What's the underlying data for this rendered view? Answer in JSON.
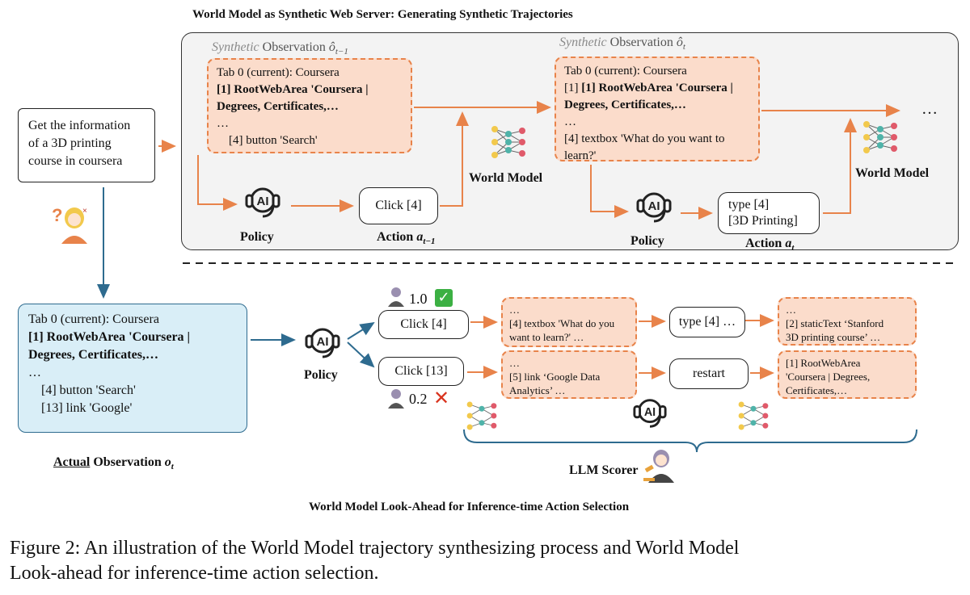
{
  "top": {
    "title": "World Model as Synthetic Web Server: Generating Synthetic Trajectories",
    "obs_prev_heading_italic": "Synthetic",
    "obs_prev_heading_rest": " Observation ",
    "obs_prev_symbol": "ô",
    "obs_prev_sub": "t−1",
    "obs_cur_heading_italic": "Synthetic",
    "obs_cur_heading_rest": " Observation ",
    "obs_cur_symbol": "ô",
    "obs_cur_sub": "t",
    "obs_prev_lines": [
      "Tab 0 (current): Coursera",
      "[1] RootWebArea 'Coursera |",
      "Degrees, Certificates,…",
      "…",
      "    [4] button 'Search'"
    ],
    "obs_cur_lines": [
      "Tab 0 (current): Coursera",
      "[1] ",
      "[1] RootWebArea 'Coursera |",
      "Degrees, Certificates,…",
      "…",
      "[4] textbox 'What do you want to",
      "learn?'"
    ],
    "policy_label": "Policy",
    "world_model_label": "World Model",
    "action_prev_label": "Action ",
    "action_prev_var": "a",
    "action_prev_sub": "t−1",
    "action_cur_label": "Action ",
    "action_cur_var": "a",
    "action_cur_sub": "t",
    "click_action": "Click [4]",
    "type_action_line1": "type [4]",
    "type_action_line2": "[3D Printing]",
    "ellipsis": "…",
    "ai_text": "AI"
  },
  "task": {
    "lines": [
      "Get the information",
      "of a 3D printing",
      "course in coursera"
    ]
  },
  "actual_obs": {
    "lines": [
      "Tab 0 (current): Coursera",
      "[1] RootWebArea 'Coursera |",
      "Degrees, Certificates,…",
      "…",
      "    [4] button 'Search'",
      "    [13] link 'Google'"
    ],
    "label_underlined": "Actual",
    "label_rest": " Observation ",
    "label_var": "o",
    "label_sub": "t"
  },
  "bottom": {
    "title": "World Model Look-Ahead for Inference-time Action Selection",
    "policy_label": "Policy",
    "score_good": "1.0",
    "score_bad": "0.2",
    "click4": "Click [4]",
    "click13": "Click [13]",
    "obs_a_lines": [
      "…",
      "[4] textbox 'What do you",
      "want to learn?' …"
    ],
    "obs_b_lines": [
      "…",
      "[5] link ‘Google Data",
      "Analytics’ …"
    ],
    "type4": "type [4] …",
    "restart": "restart",
    "res_a_lines": [
      "…",
      "[2] staticText ‘Stanford",
      "3D printing course’ …"
    ],
    "res_b_lines": [
      "[1] RootWebArea",
      "'Coursera | Degrees,",
      "Certificates,…"
    ],
    "scorer_label": "LLM Scorer",
    "ai_text": "AI"
  },
  "caption": {
    "line1": "Figure 2:  An illustration of the World Model trajectory synthesizing process and World Model",
    "line2": "Look-ahead for inference-time action selection."
  },
  "colors": {
    "arrow_orange": "#e8834a",
    "arrow_blue": "#2e6b8f",
    "obs_fill": "#fbdccb",
    "actual_fill": "#d9eef7",
    "panel_fill": "#f3f3f3",
    "check_green": "#3cb043",
    "cross_red": "#d9341f"
  }
}
